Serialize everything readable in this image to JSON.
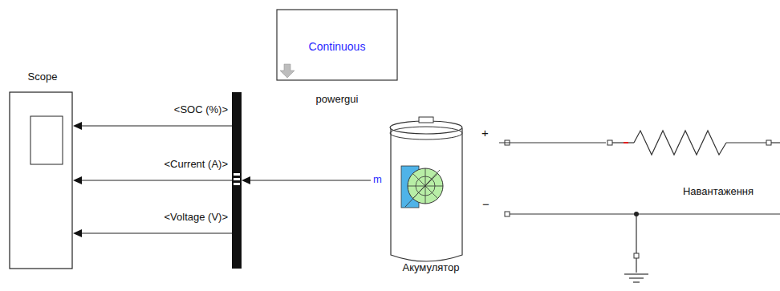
{
  "diagram": {
    "nodes": [
      {
        "text": [
          "Scope"
        ]
      },
      {
        "text": [
          "Continuous",
          "powergui"
        ]
      },
      {
        "text": [
          "m",
          "Акумулятор"
        ]
      },
      {
        "text": [
          "Навантаження"
        ]
      }
    ],
    "edges": [
      {
        "from": 2,
        "to": 3,
        "arrow": "none"
      }
    ],
    "labels": [
      "<SOC (%)>",
      "<Current (A)>",
      "<Voltage (V)>",
      "+",
      "−"
    ]
  }
}
